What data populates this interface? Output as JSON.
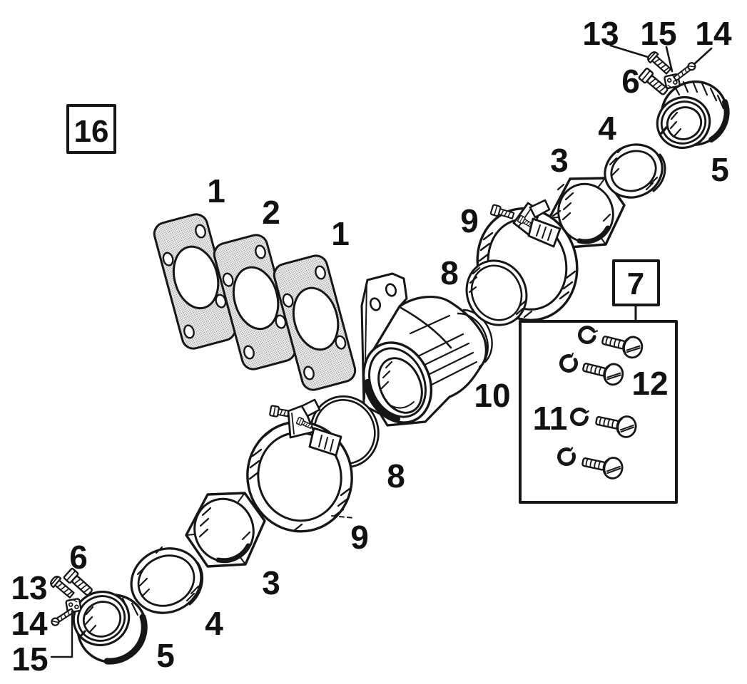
{
  "diagram": {
    "type": "exploded-parts-diagram",
    "figure_box_label": "16",
    "hardware_box_label": "7",
    "callouts": {
      "top_screw_13": "13",
      "top_nut_15": "15",
      "top_screw_14": "14",
      "top_bolt_6": "6",
      "top_seal_4": "4",
      "top_locknut_3": "3",
      "top_connector_5": "5",
      "gasket_left_1": "1",
      "gasket_middle_2": "2",
      "gasket_right_1": "1",
      "top_clamp_9": "9",
      "top_hose_8": "8",
      "elbow_10": "10",
      "bolt_12": "12",
      "washer_11": "11",
      "bottom_hose_8": "8",
      "bottom_clamp_9": "9",
      "bottom_locknut_3": "3",
      "bottom_seal_4": "4",
      "bottom_connector_5": "5",
      "bottom_bolt_6": "6",
      "bottom_screw_13": "13",
      "bottom_screw_14": "14",
      "bottom_nut_15": "15"
    }
  }
}
